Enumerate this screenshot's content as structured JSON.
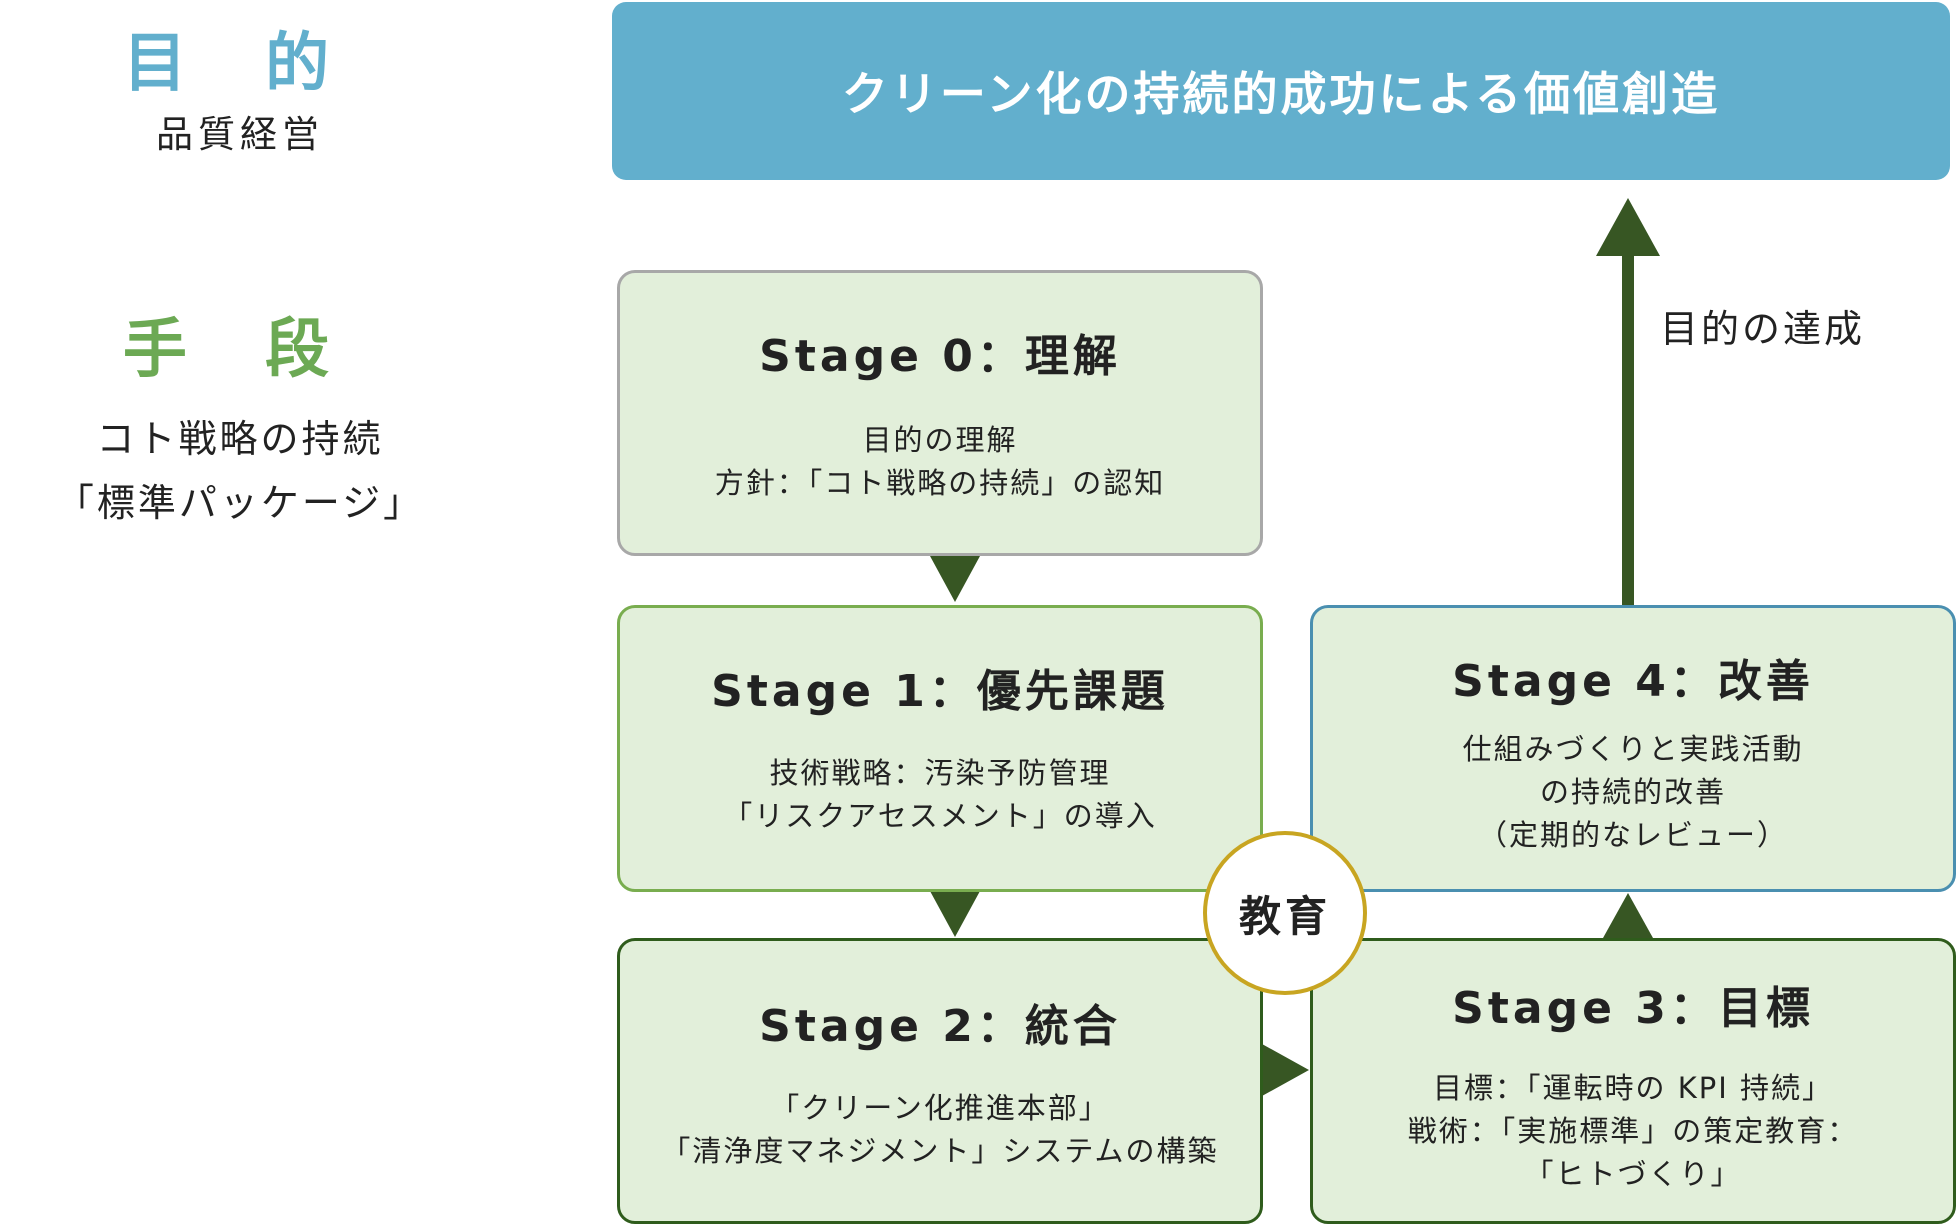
{
  "colors": {
    "purpose_blue": "#62afcd",
    "means_green": "#6ca954",
    "stage_fill": "#e2efda",
    "stage0_border": "#a8a8a8",
    "stage_green_border": "#79ad4f",
    "stage_dark_border": "#2f5c1c",
    "stage4_border": "#4a8fb0",
    "arrow_dark_green": "#375623",
    "education_border": "#c8a521"
  },
  "left": {
    "purpose_heading": "目 的",
    "purpose_sub": "品質経営",
    "means_heading": "手 段",
    "means_sub_line1": "コト戦略の持続",
    "means_sub_line2": "「標準パッケージ」"
  },
  "banner": {
    "text": "クリーン化の持続的成功による価値創造"
  },
  "stages": [
    {
      "title": "Stage 0：理解",
      "lines": [
        "目的の理解",
        "方針：「コト戦略の持続」の認知"
      ]
    },
    {
      "title": "Stage 1：優先課題",
      "lines": [
        "技術戦略：汚染予防管理",
        "「リスクアセスメント」の導入"
      ]
    },
    {
      "title": "Stage 2：統合",
      "lines": [
        "「クリーン化推進本部」",
        "「清浄度マネジメント」システムの構築"
      ]
    },
    {
      "title": "Stage 3：目標",
      "lines": [
        "目標：「運転時の KPI 持続」",
        "戦術：「実施標準」の策定教育：",
        "「ヒトづくり」"
      ]
    },
    {
      "title": "Stage 4：改善",
      "lines": [
        "仕組みづくりと実践活動",
        "の持続的改善",
        "（定期的なレビュー）"
      ]
    }
  ],
  "education": {
    "label": "教育"
  },
  "achievement": {
    "label": "目的の達成"
  },
  "icons": {
    "down_arrows": "triangle-down",
    "right_arrow": "triangle-right",
    "up_arrows": "triangle-up"
  }
}
